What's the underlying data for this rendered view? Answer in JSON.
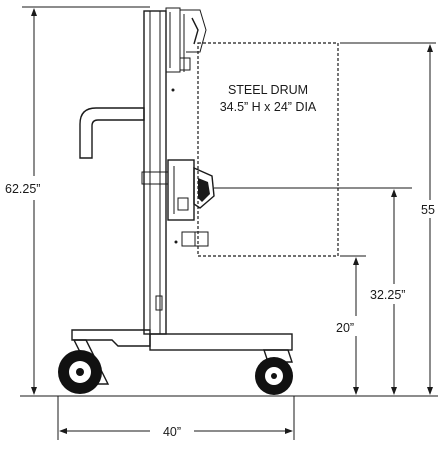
{
  "drum": {
    "title": "STEEL DRUM",
    "spec": "34.5” H x 24” DIA"
  },
  "dimensions": {
    "overall_height": "62.25”",
    "max_lift": "55",
    "mid_lift": "32.25”",
    "min_lift": "20”",
    "base_length": "40”"
  },
  "colors": {
    "line": "#1a1a1a",
    "wheel": "#111111",
    "background": "#ffffff"
  }
}
